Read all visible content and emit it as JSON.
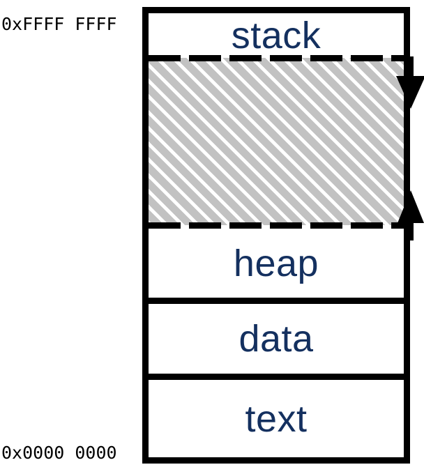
{
  "diagram": {
    "title": "process-virtual-memory-layout",
    "frame": {
      "border_color": "#000000",
      "background": "#ffffff"
    },
    "address_labels": {
      "top": "0xFFFF FFFF",
      "bottom": "0x0000 0000"
    },
    "label_color": "#14305f",
    "hatch_color": "#c2c2c2",
    "regions": [
      {
        "key": "stack",
        "label": "stack",
        "fill": "solid",
        "order": 1
      },
      {
        "key": "free",
        "label": "",
        "fill": "hatched",
        "order": 2
      },
      {
        "key": "heap",
        "label": "heap",
        "fill": "solid",
        "order": 3
      },
      {
        "key": "data",
        "label": "data",
        "fill": "solid",
        "order": 4
      },
      {
        "key": "text",
        "label": "text",
        "fill": "solid",
        "order": 5
      }
    ],
    "arrows": [
      {
        "key": "stack-growth",
        "direction": "down",
        "meaning": "stack grows downward"
      },
      {
        "key": "heap-growth",
        "direction": "up",
        "meaning": "heap grows upward"
      }
    ],
    "separators": [
      {
        "between": "stack-free",
        "style": "dashed"
      },
      {
        "between": "free-heap",
        "style": "dashed"
      },
      {
        "between": "heap-data",
        "style": "solid"
      },
      {
        "between": "data-text",
        "style": "solid"
      }
    ]
  }
}
